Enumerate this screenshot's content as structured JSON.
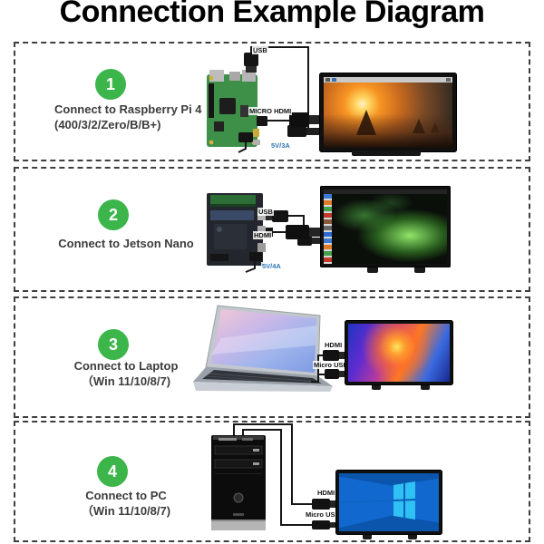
{
  "title": "Connection Example Diagram",
  "colors": {
    "accent_green": "#3cb54a",
    "power_label_blue": "#2e74b5"
  },
  "sections": [
    {
      "number": "1",
      "label_line1": "Connect to Raspberry Pi 4",
      "label_line2": "(400/3/2/Zero/B/B+)",
      "cables": [
        "USB",
        "MICRO HDMI",
        "5V/3A"
      ]
    },
    {
      "number": "2",
      "label_line1": "Connect to Jetson Nano",
      "label_line2": "",
      "cables": [
        "USB",
        "HDMI",
        "5V/4A"
      ]
    },
    {
      "number": "3",
      "label_line1": "Connect to Laptop",
      "label_line2": "（Win 11/10/8/7)",
      "cables": [
        "HDMI",
        "Micro USB"
      ]
    },
    {
      "number": "4",
      "label_line1": "Connect to PC",
      "label_line2": "（Win 11/10/8/7)",
      "cables": [
        "HDMI",
        "Micro USB"
      ]
    }
  ]
}
